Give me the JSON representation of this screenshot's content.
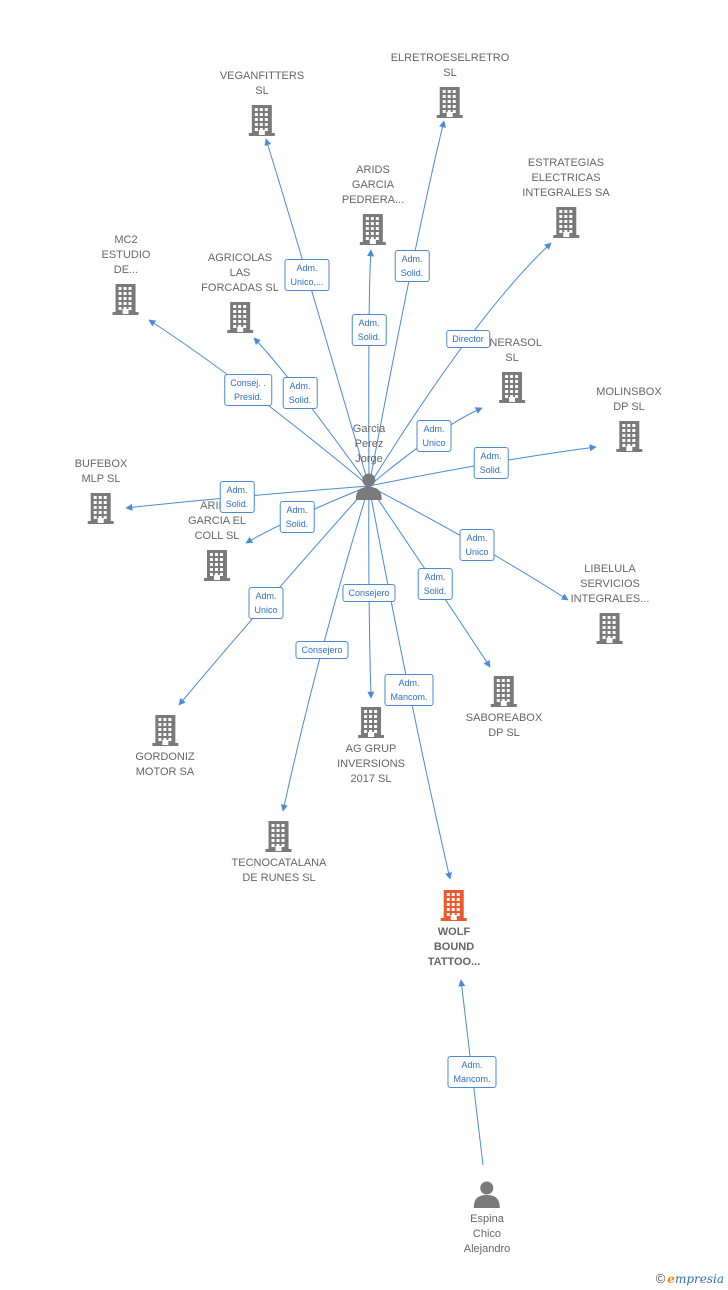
{
  "colors": {
    "edge": "#4a8ad6",
    "label_border": "#4a8ad6",
    "label_text": "#2f6fc2",
    "building": "#7a7a7a",
    "building_focus": "#f0572b",
    "person": "#7a7a7a",
    "node_text": "#666666"
  },
  "nodes": [
    {
      "id": "veganfitters",
      "kind": "company",
      "lines": [
        "VEGANFITTERS",
        "SL"
      ]
    },
    {
      "id": "elretro",
      "kind": "company",
      "lines": [
        "ELRETROESELRETRO",
        "SL"
      ]
    },
    {
      "id": "arids",
      "kind": "company",
      "lines": [
        "ARIDS",
        "GARCIA",
        "PEDRERA..."
      ]
    },
    {
      "id": "estrategias",
      "kind": "company",
      "lines": [
        "ESTRATEGIAS",
        "ELECTRICAS",
        "INTEGRALES SA"
      ]
    },
    {
      "id": "mc2",
      "kind": "company",
      "lines": [
        "MC2",
        "ESTUDIO",
        "DE..."
      ]
    },
    {
      "id": "agricolas",
      "kind": "company",
      "lines": [
        "AGRICOLAS",
        "LAS",
        "FORCADAS SL"
      ]
    },
    {
      "id": "enerasol",
      "kind": "company",
      "lines": [
        "ENERASOL",
        "SL"
      ]
    },
    {
      "id": "molinsbox",
      "kind": "company",
      "lines": [
        "MOLINSBOX",
        "DP SL"
      ]
    },
    {
      "id": "bufebox",
      "kind": "company",
      "lines": [
        "BUFEBOX",
        "MLP SL"
      ]
    },
    {
      "id": "aridscoll",
      "kind": "company",
      "lines": [
        "ARIDS",
        "GARCIA EL",
        "COLL SL"
      ]
    },
    {
      "id": "libelula",
      "kind": "company",
      "lines": [
        "LIBELULA",
        "SERVICIOS",
        "INTEGRALES..."
      ]
    },
    {
      "id": "saboreabox",
      "kind": "company",
      "lines": [
        "SABOREABOX",
        "DP SL"
      ]
    },
    {
      "id": "gordoniz",
      "kind": "company",
      "lines": [
        "GORDONIZ",
        "MOTOR SA"
      ]
    },
    {
      "id": "aggrup",
      "kind": "company",
      "lines": [
        "AG GRUP",
        "INVERSIONS",
        "2017 SL"
      ]
    },
    {
      "id": "tecnocatalana",
      "kind": "company",
      "lines": [
        "TECNOCATALANA",
        "DE RUNES SL"
      ]
    },
    {
      "id": "wolf",
      "kind": "company",
      "focus": true,
      "lines": [
        "WOLF",
        "BOUND",
        "TATTOO..."
      ]
    },
    {
      "id": "garcia",
      "kind": "person",
      "lines": [
        "Garcia",
        "Perez",
        "Jorge"
      ]
    },
    {
      "id": "espina",
      "kind": "person",
      "lines": [
        "Espina",
        "Chico",
        "Alejandro"
      ]
    }
  ],
  "edges": [
    {
      "from": "garcia",
      "to": "veganfitters",
      "label": [
        "Adm.",
        "Unico,..."
      ]
    },
    {
      "from": "garcia",
      "to": "elretro",
      "label": [
        "Adm.",
        "Solid."
      ]
    },
    {
      "from": "garcia",
      "to": "arids",
      "label": [
        "Adm.",
        "Solid."
      ]
    },
    {
      "from": "garcia",
      "to": "estrategias",
      "label": [
        "Director"
      ]
    },
    {
      "from": "garcia",
      "to": "mc2",
      "label": [
        "Consej. .",
        "Presid."
      ]
    },
    {
      "from": "garcia",
      "to": "agricolas",
      "label": [
        "Adm.",
        "Solid."
      ]
    },
    {
      "from": "garcia",
      "to": "enerasol",
      "label": [
        "Adm.",
        "Unico"
      ]
    },
    {
      "from": "garcia",
      "to": "molinsbox",
      "label": [
        "Adm.",
        "Solid."
      ]
    },
    {
      "from": "garcia",
      "to": "bufebox",
      "label": [
        "Adm.",
        "Solid."
      ]
    },
    {
      "from": "garcia",
      "to": "aridscoll",
      "label": [
        "Adm.",
        "Solid."
      ]
    },
    {
      "from": "garcia",
      "to": "libelula",
      "label": [
        "Adm.",
        "Unico"
      ]
    },
    {
      "from": "garcia",
      "to": "saboreabox",
      "label": [
        "Adm.",
        "Solid."
      ]
    },
    {
      "from": "garcia",
      "to": "gordoniz",
      "label": [
        "Adm.",
        "Unico"
      ]
    },
    {
      "from": "garcia",
      "to": "aggrup",
      "label": [
        "Consejero"
      ]
    },
    {
      "from": "garcia",
      "to": "tecnocatalana",
      "label": [
        "Consejero"
      ]
    },
    {
      "from": "garcia",
      "to": "wolf",
      "label": [
        "Adm.",
        "Mancom."
      ]
    },
    {
      "from": "espina",
      "to": "wolf",
      "label": [
        "Adm.",
        "Mancom."
      ]
    }
  ],
  "brand": {
    "copyright": "©",
    "e": "e",
    "rest": "mpresia"
  }
}
